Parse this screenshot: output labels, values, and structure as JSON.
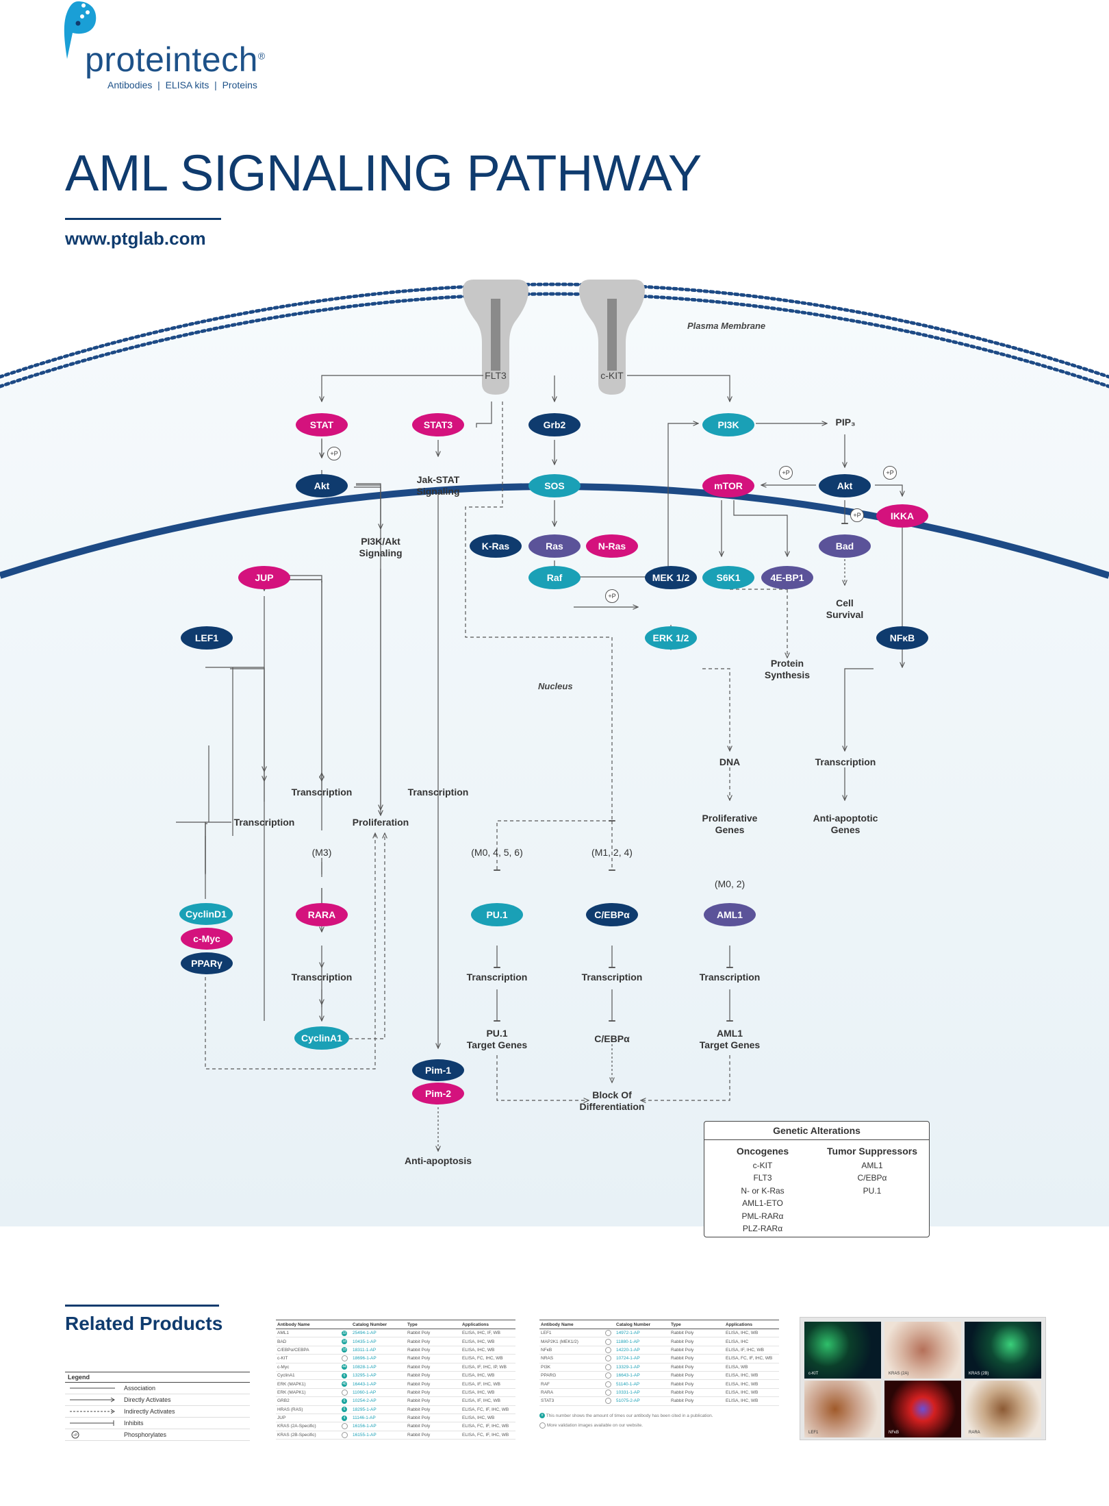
{
  "header": {
    "logo_name": "proteintech",
    "logo_registered": "®",
    "logo_tagline": "Antibodies  |  ELISA kits  |  Proteins",
    "title": "AML SIGNALING PATHWAY",
    "url": "www.ptglab.com"
  },
  "colors": {
    "navy": "#0f3b6e",
    "magenta": "#d4127d",
    "teal": "#1aa0b6",
    "purple": "#5b5399",
    "membrane": "#1d4a85",
    "background_fill": "#eef4f8"
  },
  "diagram": {
    "plasma_membrane_label": "Plasma Membrane",
    "nucleus_label": "Nucleus",
    "receptors": [
      "FLT3",
      "c-KIT"
    ],
    "nodes": {
      "stat": "STAT",
      "stat3": "STAT3",
      "grb2": "Grb2",
      "pi3k": "PI3K",
      "akt_left": "Akt",
      "sos": "SOS",
      "mtor": "mTOR",
      "akt_right": "Akt",
      "ikka": "IKKA",
      "kras": "K-Ras",
      "ras": "Ras",
      "nras": "N-Ras",
      "bad": "Bad",
      "jup": "JUP",
      "raf": "Raf",
      "mek": "MEK 1/2",
      "s6k1": "S6K1",
      "ebp1": "4E-BP1",
      "lef1": "LEF1",
      "erk": "ERK 1/2",
      "nfkb": "NFκB",
      "cyclind1": "CyclinD1",
      "cmyc": "c-Myc",
      "pparg": "PPARγ",
      "rara": "RARA",
      "pu1": "PU.1",
      "cebpa": "C/EBPα",
      "aml1": "AML1",
      "cyclina1": "CyclinA1",
      "pim1": "Pim-1",
      "pim2": "Pim-2"
    },
    "labels": {
      "pip3": "PIP₃",
      "jak_stat": "Jak-STAT\nSignaling",
      "pi3k_akt": "PI3K/Akt\nSignaling",
      "cell_survival": "Cell\nSurvival",
      "protein_synthesis": "Protein\nSynthesis",
      "dna": "DNA",
      "transcription_nfkb": "Transcription",
      "transcription_rara_up": "Transcription",
      "transcription_stat3": "Transcription",
      "transcription_lef1": "Transcription",
      "proliferation": "Proliferation",
      "proliferative_genes": "Proliferative\nGenes",
      "anti_apoptotic_genes": "Anti-apoptotic\nGenes",
      "m3": "(M3)",
      "m0456": "(M0, 4, 5, 6)",
      "m124": "(M1, 2, 4)",
      "m02": "(M0, 2)",
      "transcription_rara_down": "Transcription",
      "transcription_pu1": "Transcription",
      "transcription_cebpa": "Transcription",
      "transcription_aml1": "Transcription",
      "pu1_targets": "PU.1\nTarget Genes",
      "cebpa_target": "C/EBPα",
      "aml1_targets": "AML1\nTarget Genes",
      "block_diff": "Block Of\nDifferentiation",
      "anti_apoptosis": "Anti-apoptosis"
    },
    "phospho_badge": "+P"
  },
  "genetic_alterations": {
    "title": "Genetic Alterations",
    "oncogenes_header": "Oncogenes",
    "oncogenes": [
      "c-KIT",
      "FLT3",
      "N- or K-Ras",
      "AML1-ETO",
      "PML-RARα",
      "PLZ-RARα"
    ],
    "suppressors_header": "Tumor Suppressors",
    "suppressors": [
      "AML1",
      "C/EBPα",
      "PU.1"
    ]
  },
  "footer": {
    "related_title": "Related Products",
    "legend": {
      "title": "Legend",
      "items": [
        "Association",
        "Directly Activates",
        "Indirectly Activates",
        "Inhibits",
        "Phosphorylates"
      ]
    },
    "table_headers": [
      "Antibody Name",
      "Catalog Number",
      "Type",
      "Applications"
    ],
    "table1": [
      [
        "AML1",
        "33",
        "25494-1-AP",
        "Rabbit Poly",
        "ELISA, IHC, IF, WB"
      ],
      [
        "BAD",
        "18",
        "10435-1-AP",
        "Rabbit Poly",
        "ELISA, IHC, WB"
      ],
      [
        "C/EBPα/CEBPA",
        "18",
        "18311-1-AP",
        "Rabbit Poly",
        "ELISA, IHC, WB"
      ],
      [
        "c-KIT",
        "",
        "18696-1-AP",
        "Rabbit Poly",
        "ELISA, FC, IHC, WB"
      ],
      [
        "c-Myc",
        "44",
        "10828-1-AP",
        "Rabbit Poly",
        "ELISA, IF, IHC, IP, WB"
      ],
      [
        "CyclinA1",
        "6",
        "13295-1-AP",
        "Rabbit Poly",
        "ELISA, IHC, WB"
      ],
      [
        "ERK (MAPK1)",
        "46",
        "16443-1-AP",
        "Rabbit Poly",
        "ELISA, IF, IHC, WB"
      ],
      [
        "ERK (MAPK1)",
        "",
        "11060-1-AP",
        "Rabbit Poly",
        "ELISA, IHC, WB"
      ],
      [
        "GRB2",
        "6",
        "10254-2-AP",
        "Rabbit Poly",
        "ELISA, IF, IHC, WB"
      ],
      [
        "HRAS (RAS)",
        "6",
        "18295-1-AP",
        "Rabbit Poly",
        "ELISA, FC, IF, IHC, WB"
      ],
      [
        "JUP",
        "4",
        "11146-1-AP",
        "Rabbit Poly",
        "ELISA, IHC, WB"
      ],
      [
        "KRAS (2A-Specific)",
        "",
        "16156-1-AP",
        "Rabbit Poly",
        "ELISA, FC, IF, IHC, WB"
      ],
      [
        "KRAS (2B-Specific)",
        "",
        "16155-1-AP",
        "Rabbit Poly",
        "ELISA, FC, IF, IHC, WB"
      ]
    ],
    "table2": [
      [
        "LEF1",
        "",
        "14972-1-AP",
        "Rabbit Poly",
        "ELISA, IHC, WB"
      ],
      [
        "MAP2K1 (MEK1/2)",
        "",
        "11880-1-AP",
        "Rabbit Poly",
        "ELISA, IHC"
      ],
      [
        "NFκB",
        "",
        "14220-1-AP",
        "Rabbit Poly",
        "ELISA, IF, IHC, WB"
      ],
      [
        "NRAS",
        "",
        "10724-1-AP",
        "Rabbit Poly",
        "ELISA, FC, IF, IHC, WB"
      ],
      [
        "PI3K",
        "",
        "13329-1-AP",
        "Rabbit Poly",
        "ELISA, WB"
      ],
      [
        "PPARG",
        "",
        "16643-1-AP",
        "Rabbit Poly",
        "ELISA, IHC, WB"
      ],
      [
        "RAF",
        "",
        "51140-1-AP",
        "Rabbit Poly",
        "ELISA, IHC, WB"
      ],
      [
        "RARA",
        "",
        "10331-1-AP",
        "Rabbit Poly",
        "ELISA, IHC, WB"
      ],
      [
        "STAT3",
        "",
        "51075-2-AP",
        "Rabbit Poly",
        "ELISA, IHC, WB"
      ]
    ],
    "notes": [
      "This number shows the amount of times our antibody has been cited in a publication.",
      "More validation images available on our website."
    ],
    "images": [
      "c-KIT",
      "KRAS (2A)",
      "KRAS (2B)",
      "LEF1",
      "NFκB",
      "RARA"
    ]
  }
}
